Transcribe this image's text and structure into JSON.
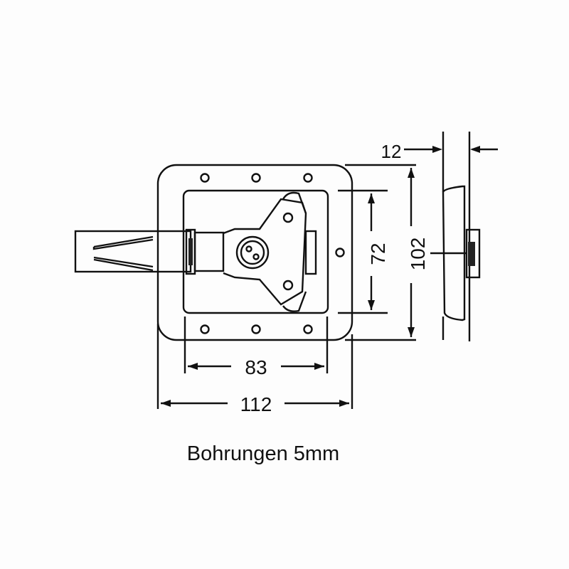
{
  "dimensions": {
    "inner_width": "83",
    "outer_width": "112",
    "inner_height": "72",
    "outer_height": "102",
    "depth": "12"
  },
  "caption": "Bohrungen 5mm",
  "line_color": "#111111"
}
